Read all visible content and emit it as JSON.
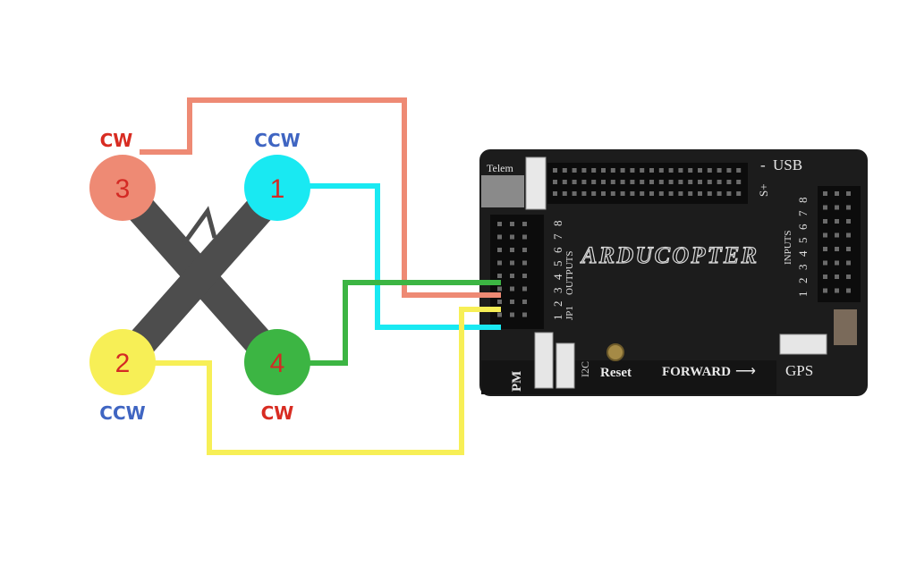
{
  "motors": [
    {
      "number": "1",
      "rotation": "CCW",
      "color": "#19e9f2",
      "rotation_color": "#3f65c2",
      "output": 1
    },
    {
      "number": "2",
      "rotation": "CCW",
      "color": "#f7ef56",
      "rotation_color": "#3f65c2",
      "output": 2
    },
    {
      "number": "3",
      "rotation": "CW",
      "color": "#ee8a74",
      "rotation_color": "#d82c22",
      "output": 3
    },
    {
      "number": "4",
      "rotation": "CW",
      "color": "#3cb543",
      "rotation_color": "#d82c22",
      "output": 4
    }
  ],
  "motor_number_color": "#d42a24",
  "frame_color": "#4d4d4d",
  "wire_colors": {
    "motor1": "#19e9f2",
    "motor2": "#f7ef56",
    "motor3": "#ee8a74",
    "motor4": "#3cb543"
  },
  "board": {
    "logo": "ARDUCOPTER",
    "telem": "Telem",
    "usb": "USB",
    "usb_minus": "-",
    "s_plus": "S+",
    "outputs_label": "OUTPUTS",
    "output_numbers": [
      "1",
      "2",
      "3",
      "4",
      "5",
      "6",
      "7",
      "8"
    ],
    "inputs_label": "INPUTS",
    "input_numbers": [
      "1",
      "2",
      "3",
      "4",
      "5",
      "6",
      "7",
      "8"
    ],
    "jp1": "JP1",
    "pm": "PM",
    "i2c": "I2C",
    "reset": "Reset",
    "forward": "FORWARD",
    "forward_arrow": "⟶",
    "gps": "GPS",
    "body_color": "#1c1c1c"
  }
}
